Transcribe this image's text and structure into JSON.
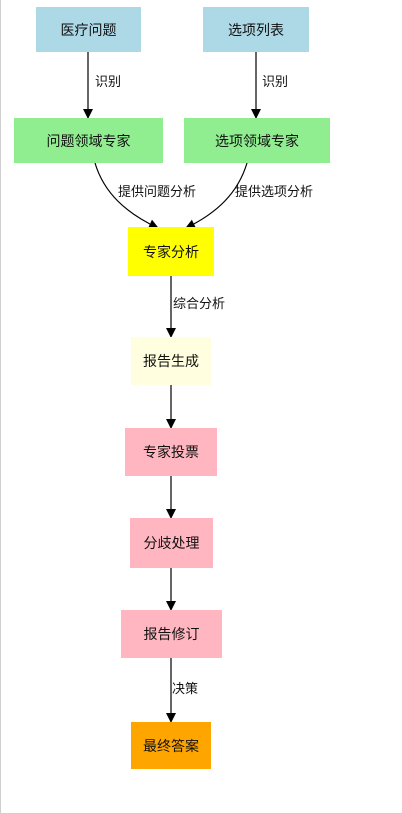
{
  "nodes": {
    "medical_question": {
      "label": "医疗问题",
      "color": "#ADD8E6"
    },
    "option_list": {
      "label": "选项列表",
      "color": "#ADD8E6"
    },
    "question_domain_expert": {
      "label": "问题领域专家",
      "color": "#90EE90"
    },
    "option_domain_expert": {
      "label": "选项领域专家",
      "color": "#90EE90"
    },
    "expert_analysis": {
      "label": "专家分析",
      "color": "#FFFF00"
    },
    "report_generation": {
      "label": "报告生成",
      "color": "#FFFFE0"
    },
    "expert_voting": {
      "label": "专家投票",
      "color": "#FFB6C1"
    },
    "disagreement_handling": {
      "label": "分歧处理",
      "color": "#FFB6C1"
    },
    "report_revision": {
      "label": "报告修订",
      "color": "#FFB6C1"
    },
    "final_answer": {
      "label": "最终答案",
      "color": "#FFA500"
    }
  },
  "edges": {
    "identify_left": "识别",
    "identify_right": "识别",
    "provide_question_analysis": "提供问题分析",
    "provide_option_analysis": "提供选项分析",
    "comprehensive_analysis": "综合分析",
    "decision": "决策"
  }
}
